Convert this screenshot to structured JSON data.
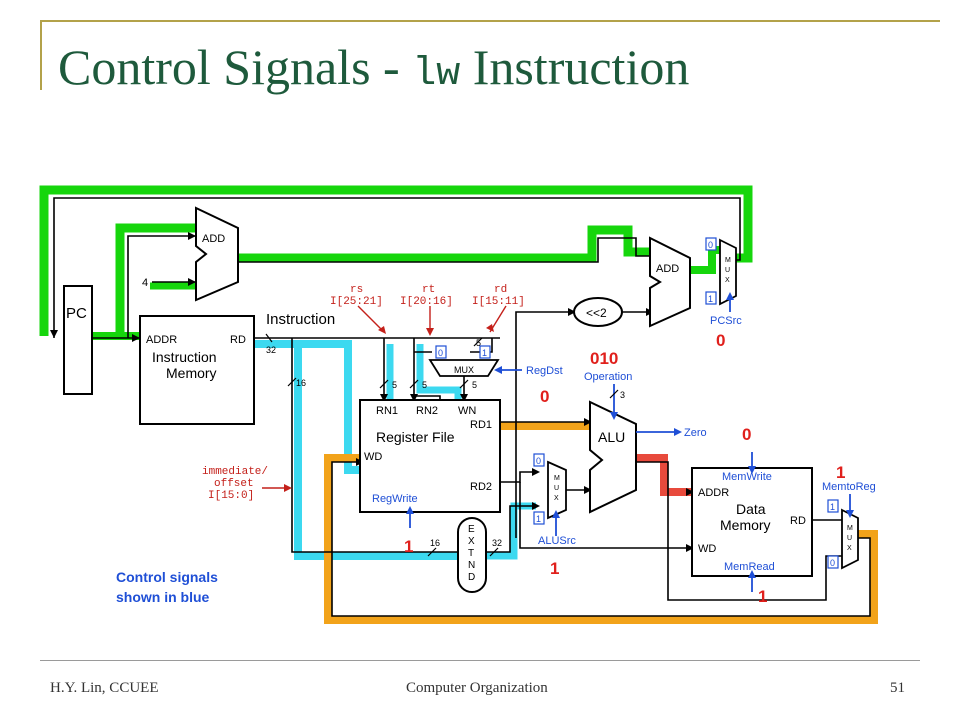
{
  "slide": {
    "title_pre": "Control Signals - ",
    "title_mono": "lw",
    "title_post": " Instruction",
    "footer_left": "H.Y. Lin, CCUEE",
    "footer_center": "Computer Organization",
    "page_number": "51"
  },
  "diagram": {
    "pc": "PC",
    "add_top": "ADD",
    "add_right": "ADD",
    "const4": "4",
    "shift": "<<2",
    "im_addr": "ADDR",
    "im_rd": "RD",
    "im_name1": "Instruction",
    "im_name2": "Memory",
    "instruction_label": "Instruction",
    "bus32": "32",
    "bus16": "16",
    "rs_name": "rs",
    "rs_bits": "I[25:21]",
    "rt_name": "rt",
    "rt_bits": "I[20:16]",
    "rd_name": "rd",
    "rd_bits": "I[15:11]",
    "imm_line1": "immediate/",
    "imm_line2": "offset",
    "imm_line3": "I[15:0]",
    "rf_rn1": "RN1",
    "rf_rn2": "RN2",
    "rf_wn": "WN",
    "rf_rd1": "RD1",
    "rf_rd2": "RD2",
    "rf_wd": "WD",
    "rf_name": "Register File",
    "rf_regwrite": "RegWrite",
    "w5a": "5",
    "w5b": "5",
    "w5c": "5",
    "w5d": "5",
    "mux_small": "MUX",
    "mux_letters": "M U X",
    "in0": "0",
    "in1": "1",
    "regdst": "RegDst",
    "alu": "ALU",
    "zero": "Zero",
    "operation": "Operation",
    "op_width": "3",
    "alusrc": "ALUSrc",
    "pcsrc": "PCSrc",
    "extend": "EXTND",
    "ext_in": "16",
    "ext_out": "32",
    "dm_memwrite": "MemWrite",
    "dm_addr": "ADDR",
    "dm_name1": "Data",
    "dm_name2": "Memory",
    "dm_rd": "RD",
    "dm_wd": "WD",
    "dm_memread": "MemRead",
    "memtoreg": "MemtoReg",
    "note1": "Control signals",
    "note2": "shown in blue"
  },
  "control_values": {
    "pcsrc": "0",
    "aluop": "010",
    "regdst": "0",
    "memwrite": "0",
    "memtoreg": "1",
    "regwrite": "1",
    "alusrc": "1",
    "memread": "1"
  },
  "colors": {
    "title": "#1e5a3c",
    "control_blue": "#1f4fd6",
    "value_red": "#e0201c",
    "field_red": "#c4201a",
    "path_green": "#16d60c",
    "path_cyan": "#3cd9f0",
    "path_orange": "#f2a31a",
    "path_red": "#e84a3c"
  }
}
